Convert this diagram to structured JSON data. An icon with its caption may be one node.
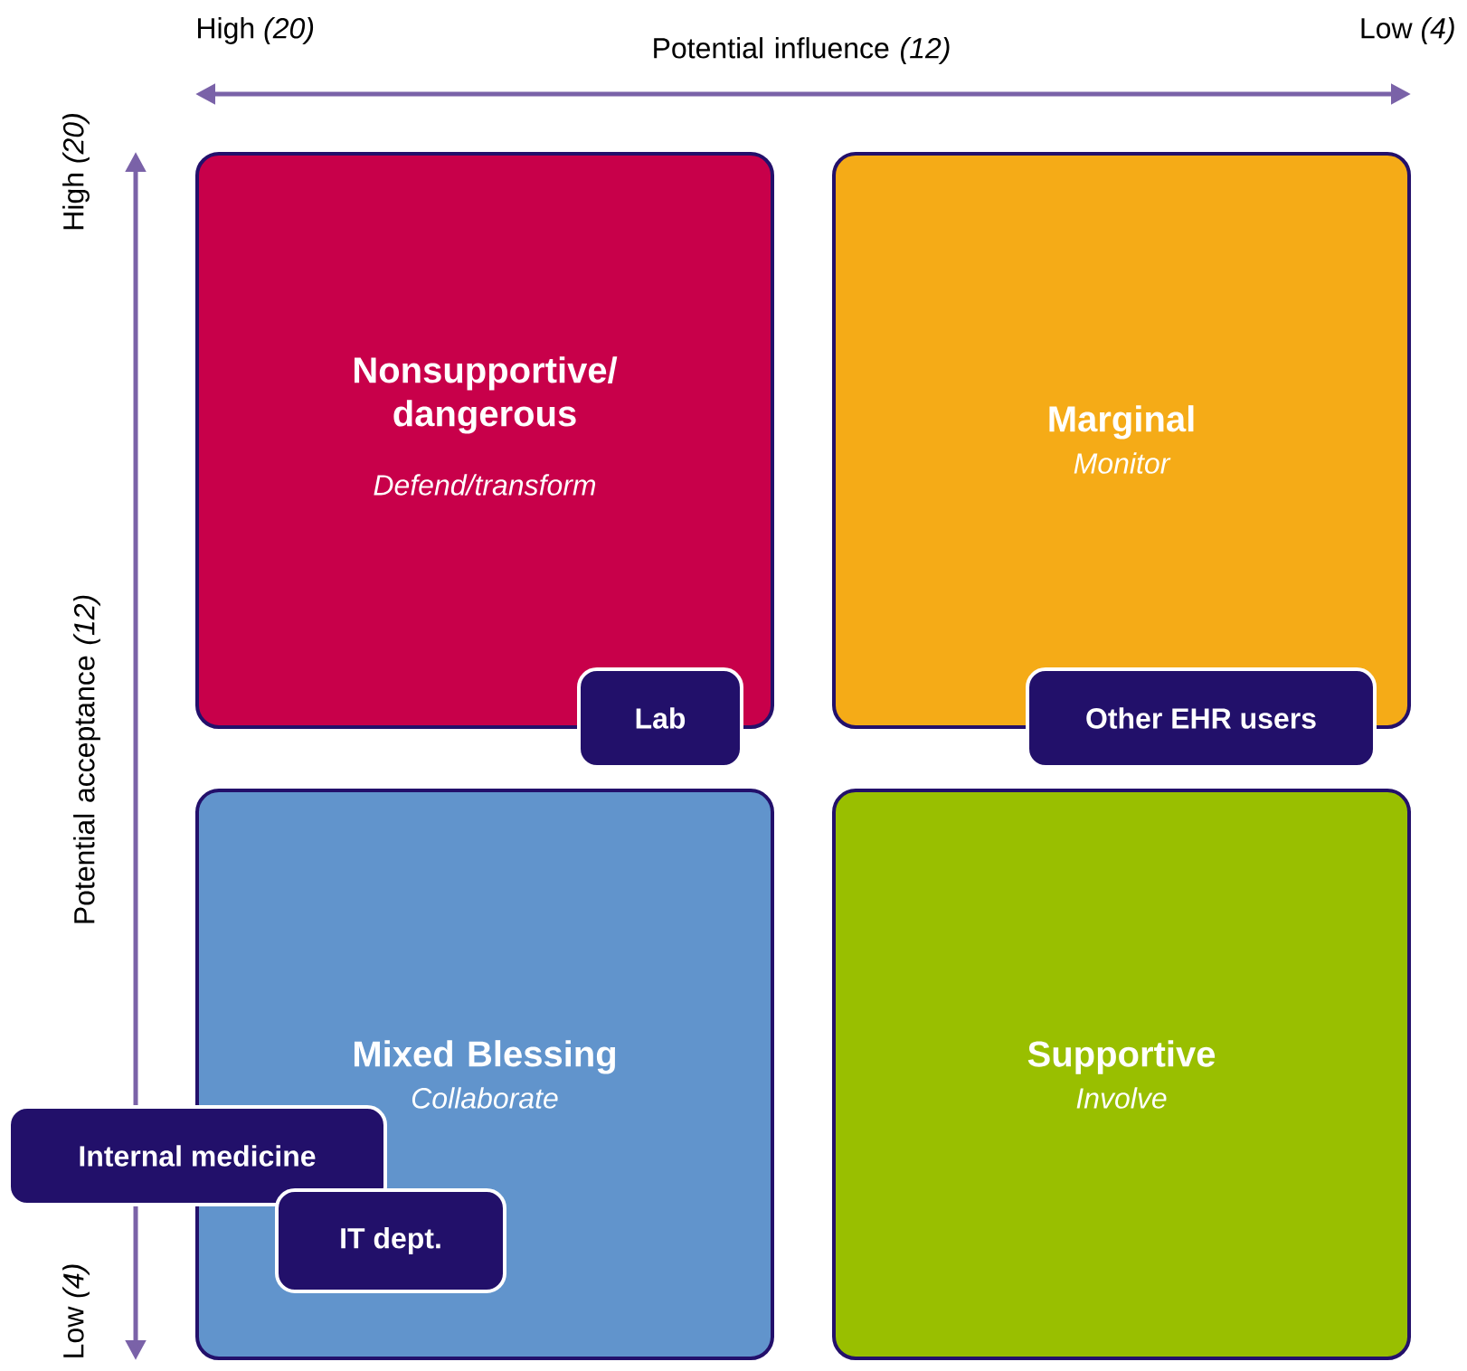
{
  "diagram": {
    "nodes": [
      {
        "text": [
          "Nonsupportive/ dangerous",
          "Defend/transform"
        ]
      },
      {
        "text": [
          "Marginal",
          "Monitor"
        ]
      },
      {
        "text": [
          "Mixed Blessing",
          "Collaborate"
        ]
      },
      {
        "text": [
          "Supportive",
          "Involve"
        ]
      },
      {
        "text": [
          "Lab"
        ]
      },
      {
        "text": [
          "Other EHR users"
        ]
      },
      {
        "text": [
          "Internal medicine"
        ]
      },
      {
        "text": [
          "IT dept."
        ],
        "in": 2
      }
    ],
    "edges": [],
    "labels": [
      "High *(20)*",
      "Potential influence *(12)*",
      "Low *(4)*",
      "High *(20)*",
      "Potential acceptance *(12)*",
      "Low *(4)*"
    ]
  }
}
